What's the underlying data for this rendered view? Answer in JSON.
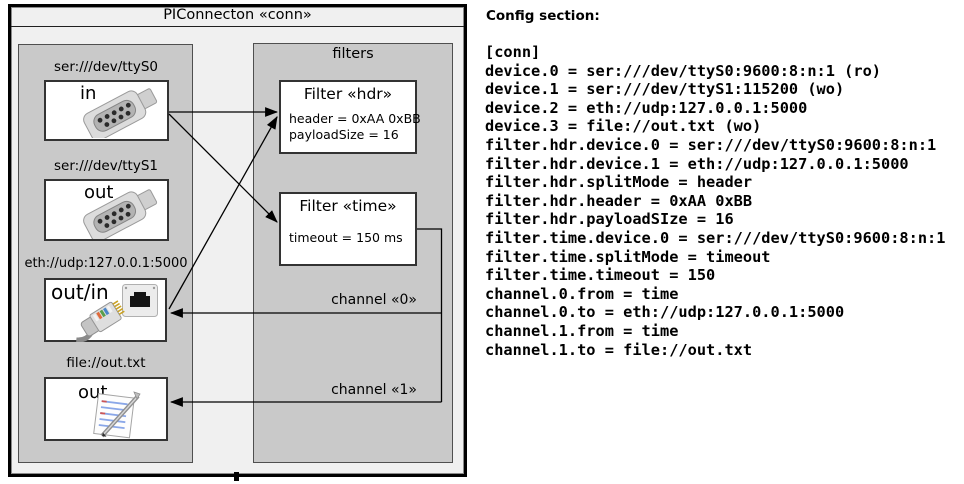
{
  "diagram": {
    "title": "PIConnecton «conn»",
    "filters_panel_title": "filters",
    "devices": [
      {
        "url": "ser:///dev/ttyS0",
        "name": "in"
      },
      {
        "url": "ser:///dev/ttyS1",
        "name": "out"
      },
      {
        "url": "eth://udp:127.0.0.1:5000",
        "name": "out/in"
      },
      {
        "url": "file://out.txt",
        "name": "out"
      }
    ],
    "filters": [
      {
        "title": "Filter «hdr»",
        "attrs": [
          "header = 0xAA 0xBB",
          "payloadSize = 16"
        ]
      },
      {
        "title": "Filter «time»",
        "attrs": [
          "timeout = 150 ms"
        ]
      }
    ],
    "channels": [
      {
        "label": "channel «0»"
      },
      {
        "label": "channel «1»"
      }
    ]
  },
  "config": {
    "heading": "Config section:",
    "lines": [
      "[conn]",
      "device.0 = ser:///dev/ttyS0:9600:8:n:1 (ro)",
      "device.1 = ser:///dev/ttyS1:115200 (wo)",
      "device.2 = eth://udp:127.0.0.1:5000",
      "device.3 = file://out.txt (wo)",
      "filter.hdr.device.0 = ser:///dev/ttyS0:9600:8:n:1",
      "filter.hdr.device.1 = eth://udp:127.0.0.1:5000",
      "filter.hdr.splitMode = header",
      "filter.hdr.header = 0xAA 0xBB",
      "filter.hdr.payloadSIze = 16",
      "filter.time.device.0 = ser:///dev/ttyS0:9600:8:n:1",
      "filter.time.splitMode = timeout",
      "filter.time.timeout = 150",
      "channel.0.from = time",
      "channel.0.to = eth://udp:127.0.0.1:5000",
      "channel.1.from = time",
      "channel.1.to = file://out.txt"
    ]
  },
  "colors": {
    "panel_fill": "#c9c9c9",
    "frame_fill": "#f0f0f0",
    "box_fill": "#ffffff",
    "line": "#000000"
  }
}
